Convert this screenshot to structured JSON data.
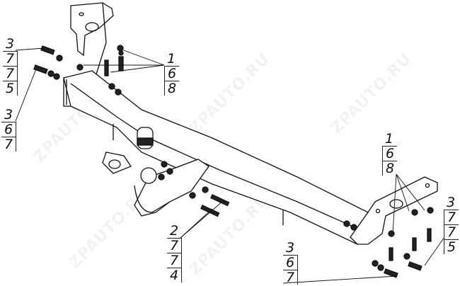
{
  "watermark": "ZPAUTO.RU",
  "callouts": {
    "top_left": [
      "3",
      "7",
      "7",
      "5"
    ],
    "left_middle": [
      "3",
      "6",
      "7"
    ],
    "top_bracket": [
      "1",
      "6",
      "8"
    ],
    "right_bracket": [
      "1",
      "6",
      "8"
    ],
    "far_right": [
      "3",
      "7",
      "7",
      "5"
    ],
    "ball_bolt": [
      "2",
      "7",
      "7",
      "4"
    ],
    "bottom": [
      "3",
      "6",
      "7"
    ]
  },
  "colors": {
    "line": "#111111",
    "background": "#ffffff"
  }
}
